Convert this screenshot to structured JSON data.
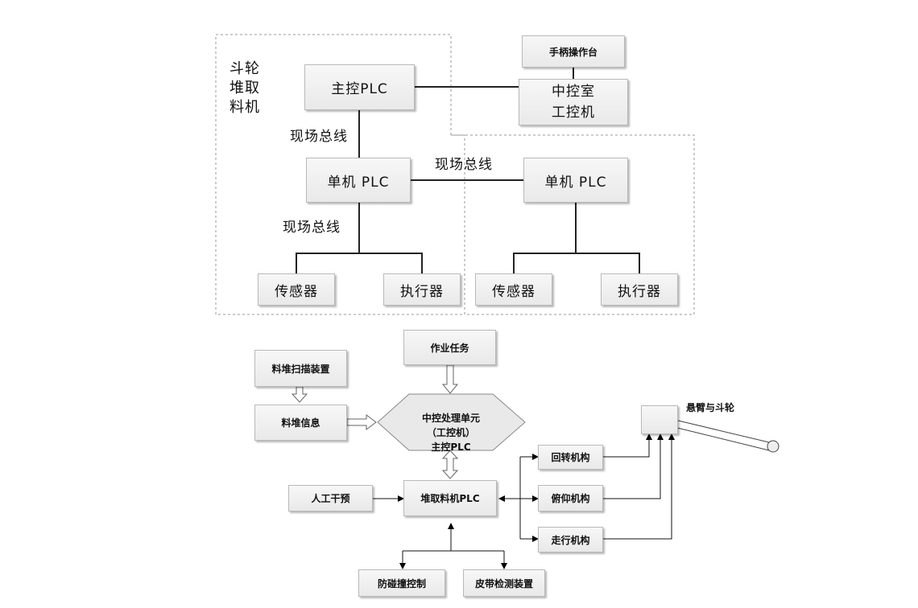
{
  "upper": {
    "group_label": "斗轮\n堆取\n料机",
    "handle_console": "手柄操作台",
    "control_room": "中控室\n工控机",
    "main_plc": "主控PLC",
    "bus_1": "现场总线",
    "bus_2": "现场总线",
    "bus_3": "现场总线",
    "unit_plc_left": "单机 PLC",
    "unit_plc_right": "单机 PLC",
    "sensor_left": "传感器",
    "actuator_left": "执行器",
    "sensor_right": "传感器",
    "actuator_right": "执行器"
  },
  "lower": {
    "task": "作业任务",
    "pile_scan": "料堆扫描装置",
    "pile_info": "料堆信息",
    "central_unit": "中控处理单元\n（工控机）\n主控PLC",
    "manual": "人工干预",
    "stacker_plc": "堆取料机PLC",
    "slewing": "回转机构",
    "luffing": "俯仰机构",
    "travel": "走行机构",
    "boom_label": "悬臂与斗轮",
    "anti_collision": "防碰撞控制",
    "belt_detect": "皮带检测装置"
  }
}
